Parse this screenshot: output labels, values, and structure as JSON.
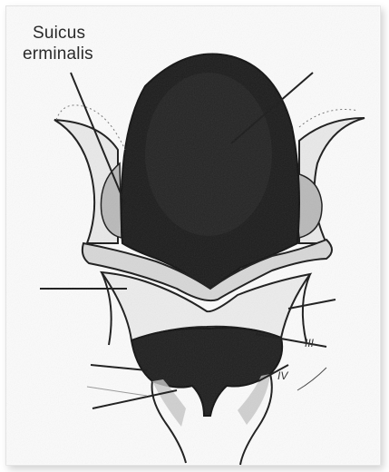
{
  "labels": {
    "line1": "Suicus",
    "line2": "erminalis",
    "mark_iii": "III",
    "mark_iv": "IV"
  },
  "colors": {
    "ink": "#1a1a1a",
    "paper": "#fbfbfb",
    "gray_fill": "#b9b9b9",
    "light_fill": "#d9d9d9"
  }
}
